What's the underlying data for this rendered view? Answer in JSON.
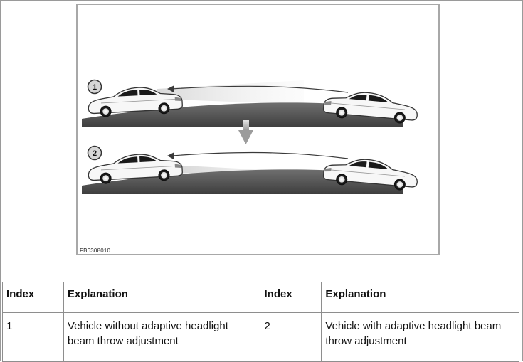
{
  "figure": {
    "code": "FB6308010",
    "markers": [
      "1",
      "2"
    ]
  },
  "table": {
    "headers": [
      "Index",
      "Explanation",
      "Index",
      "Explanation"
    ],
    "rows": [
      [
        "1",
        "Vehicle without adaptive headlight beam throw adjustment",
        "2",
        "Vehicle with adaptive headlight beam throw adjustment"
      ]
    ]
  }
}
